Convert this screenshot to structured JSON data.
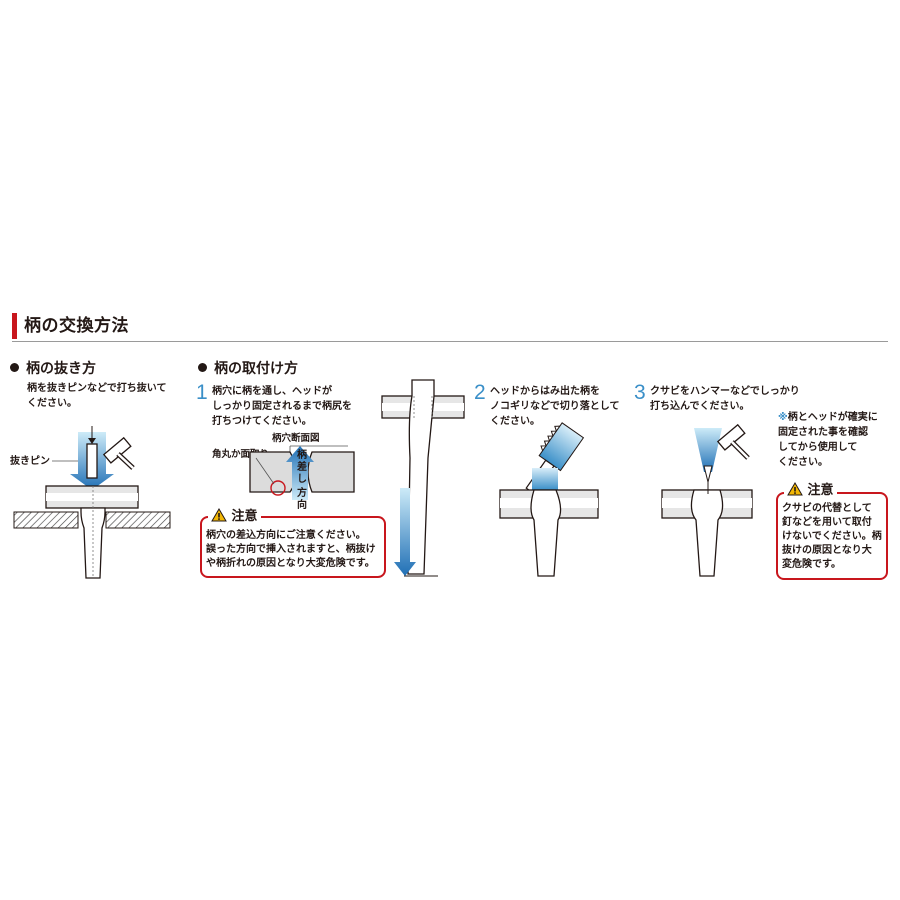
{
  "header": {
    "title": "柄の交換方法"
  },
  "removal": {
    "heading": "柄の抜き方",
    "text": "柄を抜きピンなどで打ち抜いて\nください。",
    "pin_label": "抜きピン"
  },
  "install": {
    "heading": "柄の取付け方",
    "step1": {
      "number": "1",
      "text": "柄穴に柄を通し、ヘッドが\nしっかり固定されるまで柄尻を\n打ちつけてください。",
      "section_label": "柄穴断面図",
      "chamfer_label": "角丸か面取り",
      "direction_chars": [
        "柄",
        "差",
        "し",
        "方",
        "向"
      ]
    },
    "caution": {
      "label": "注意",
      "text": "柄穴の差込方向にご注意ください。\n誤った方向で挿入されますと、柄抜け\nや柄折れの原因となり大変危険です。"
    },
    "step2": {
      "number": "2",
      "text": "ヘッドからはみ出た柄を\nノコギリなどで切り落として\nください。"
    },
    "step3": {
      "number": "3",
      "text": "クサビをハンマーなどでしっかり\n打ち込んでください。"
    },
    "note": {
      "mark": "※",
      "text": "柄とヘッドが確実に\n固定された事を確認\nしてから使用して\nください。"
    },
    "caution2": {
      "label": "注意",
      "text": "クサビの代替として\n釘などを用いて取付\nけないでください。柄\n抜けの原因となり大\n変危険です。"
    }
  },
  "colors": {
    "accent": "#c8161d",
    "blue": "#3a8fc8",
    "light_blue": "#bfe3f5"
  }
}
